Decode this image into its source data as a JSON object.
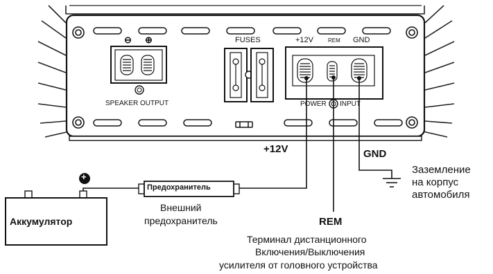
{
  "amplifier": {
    "speaker_minus": "⊖",
    "speaker_plus": "⊕",
    "speaker_output_label": "SPEAKER OUTPUT",
    "fuses_label": "FUSES",
    "plus12_label": "+12V",
    "rem_label": "REM",
    "gnd_label": "GND",
    "power_label": "POWER",
    "input_label": "INPUT"
  },
  "wiring": {
    "plus12_label": "+12V",
    "gnd_label": "GND",
    "rem_label": "REM",
    "ground_desc_1": "Заземление",
    "ground_desc_2": "на корпус",
    "ground_desc_3": "автомобиля",
    "fuse_box_label": "Предохранитель",
    "ext_fuse_1": "Внешний",
    "ext_fuse_2": "предохранитель",
    "battery_label": "Аккумулятор",
    "battery_plus": "+",
    "rem_desc_1": "Терминал дистанционного",
    "rem_desc_2": "Включения/Выключения",
    "rem_desc_3": "усилителя от головного устройства"
  }
}
